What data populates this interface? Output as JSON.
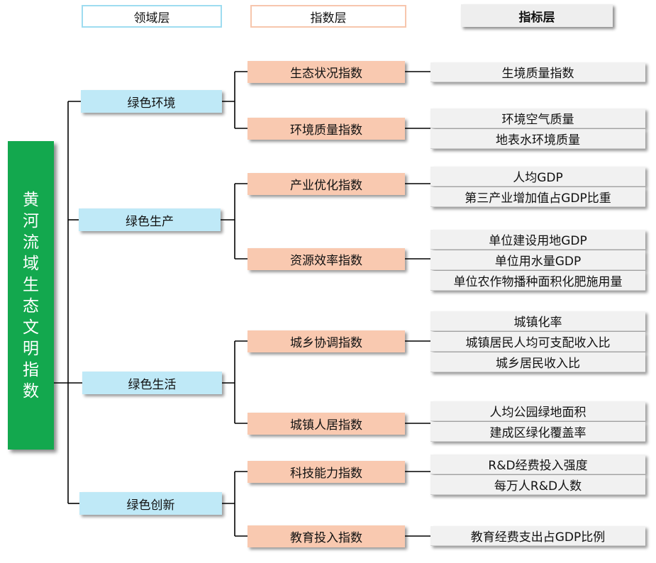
{
  "headers": {
    "domain": "领域层",
    "index": "指数层",
    "indicator": "指标层"
  },
  "root": {
    "chars": [
      "黄",
      "河",
      "流",
      "域",
      "生",
      "态",
      "文",
      "明",
      "指",
      "数"
    ]
  },
  "domains": [
    {
      "label": "绿色环境",
      "indices": [
        {
          "label": "生态状况指数",
          "indicators": [
            "生境质量指数"
          ]
        },
        {
          "label": "环境质量指数",
          "indicators": [
            "环境空气质量",
            "地表水环境质量"
          ]
        }
      ]
    },
    {
      "label": "绿色生产",
      "indices": [
        {
          "label": "产业优化指数",
          "indicators": [
            "人均GDP",
            "第三产业增加值占GDP比重"
          ]
        },
        {
          "label": "资源效率指数",
          "indicators": [
            "单位建设用地GDP",
            "单位用水量GDP",
            "单位农作物播种面积化肥施用量"
          ]
        }
      ]
    },
    {
      "label": "绿色生活",
      "indices": [
        {
          "label": "城乡协调指数",
          "indicators": [
            "城镇化率",
            "城镇居民人均可支配收入比",
            "城乡居民收入比"
          ]
        },
        {
          "label": "城镇人居指数",
          "indicators": [
            "人均公园绿地面积",
            "建成区绿化覆盖率"
          ]
        }
      ]
    },
    {
      "label": "绿色创新",
      "indices": [
        {
          "label": "科技能力指数",
          "indicators": [
            "R&D经费投入强度",
            "每万人R&D人数"
          ]
        },
        {
          "label": "教育投入指数",
          "indicators": [
            "教育经费支出占GDP比例"
          ]
        }
      ]
    }
  ]
}
